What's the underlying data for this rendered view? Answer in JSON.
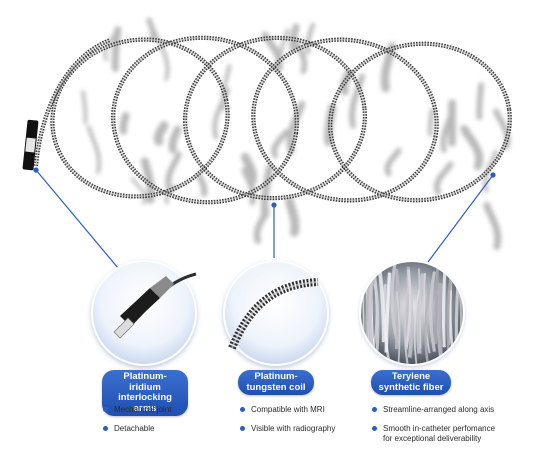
{
  "colors": {
    "accent": "#2356b8",
    "leader_line": "#2a5fc0",
    "coil_dark": "#3a3a3a",
    "coil_light": "#d8d8d8",
    "fiber": "#9a9a9a"
  },
  "callouts": [
    {
      "label_lines": [
        "Platinum-iridium",
        "interlocking arms"
      ],
      "bullets": [
        {
          "lines": [
            "Mechanical joint"
          ]
        },
        {
          "lines": [
            "Detachable"
          ]
        }
      ]
    },
    {
      "label_lines": [
        "Platinum-",
        "tungsten coil"
      ],
      "bullets": [
        {
          "lines": [
            "Compatible with MRI"
          ]
        },
        {
          "lines": [
            "Visible with radiography"
          ]
        }
      ]
    },
    {
      "label_lines": [
        "Terylene",
        "synthetic fiber"
      ],
      "bullets": [
        {
          "lines": [
            "Streamline-arranged along axis"
          ]
        },
        {
          "lines": [
            "Smooth in-catheter perfomance",
            "for exceptional deliverability"
          ]
        }
      ]
    }
  ]
}
